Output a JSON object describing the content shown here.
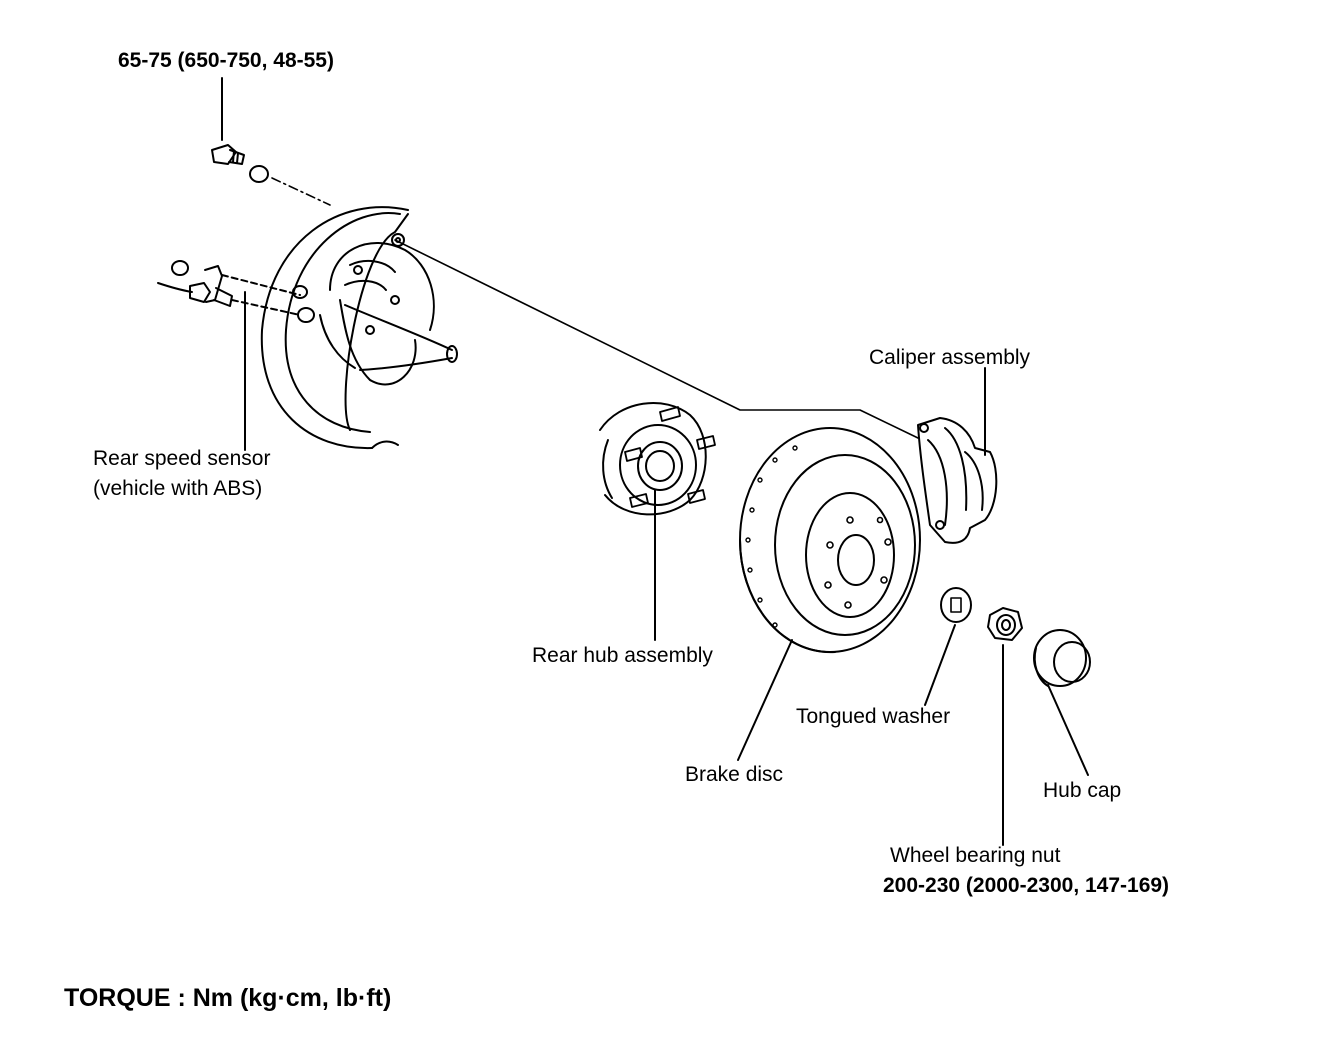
{
  "labels": {
    "bolt_torque": "65-75 (650-750, 48-55)",
    "rear_speed_sensor_line1": "Rear speed sensor",
    "rear_speed_sensor_line2": "(vehicle with ABS)",
    "caliper_assembly": "Caliper assembly",
    "rear_hub_assembly": "Rear hub assembly",
    "tongued_washer": "Tongued washer",
    "brake_disc": "Brake disc",
    "hub_cap": "Hub cap",
    "wheel_bearing_nut": "Wheel bearing nut",
    "wheel_bearing_nut_torque": "200-230 (2000-2300, 147-169)",
    "torque_units": "TORQUE : Nm (kg·cm, lb·ft)"
  },
  "colors": {
    "ink": "#000000",
    "paper": "#ffffff"
  }
}
